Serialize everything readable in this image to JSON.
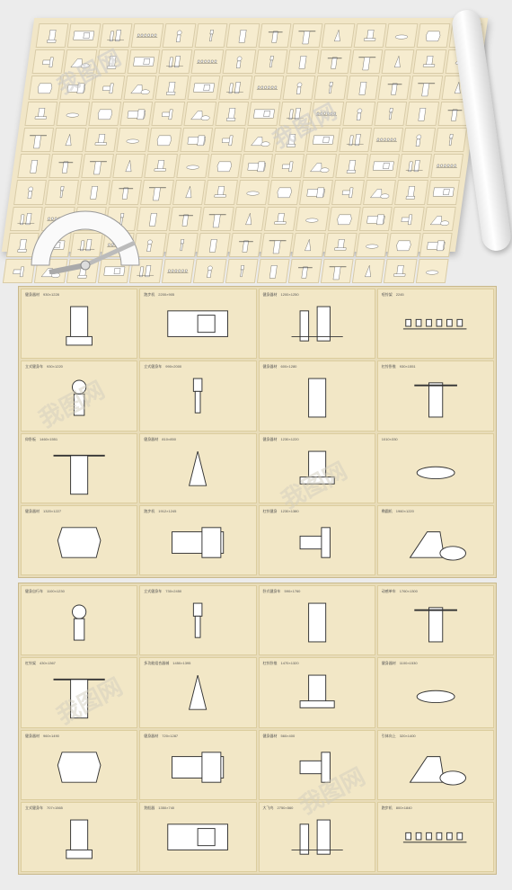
{
  "watermark": "我图网",
  "sheet": {
    "rows": 10,
    "cols": 14
  },
  "panel1": {
    "labels": [
      "健身器材　930×1228",
      "跑步机　2200×905",
      "健身器材　1200×1250",
      "哑铃架　2245",
      "立式健身车　930×1220",
      "立式健身车　990×2000",
      "健身器材　600×1280",
      "杠铃卧推　930×1551",
      "仰卧板　1460×1551",
      "健身器材　810×850",
      "健身器材　1230×1220",
      "1010×330",
      "健身器材　1320×1227",
      "跑步机　1912×1245",
      "杠铃健身　1230×1380",
      "椭圆机　1960×1220"
    ]
  },
  "panel2": {
    "labels": [
      "健身自行车　1100×1230",
      "立式健身车　730×2450",
      "卧式健身车　590×1760",
      "动感单车　1760×1300",
      "杠铃架　430×1367",
      "多功能组合器械　1450×1395",
      "杠铃卧推　1470×1320",
      "健身器材　1100×1530",
      "健身器材　960×1490",
      "健身器材　720×1287",
      "健身器材　560×400",
      "引体向上　320×1400",
      "立式健身车　707×1565",
      "划船器　1350×740",
      "大飞鸟　2750×560",
      "跑步机　800×1840"
    ]
  }
}
